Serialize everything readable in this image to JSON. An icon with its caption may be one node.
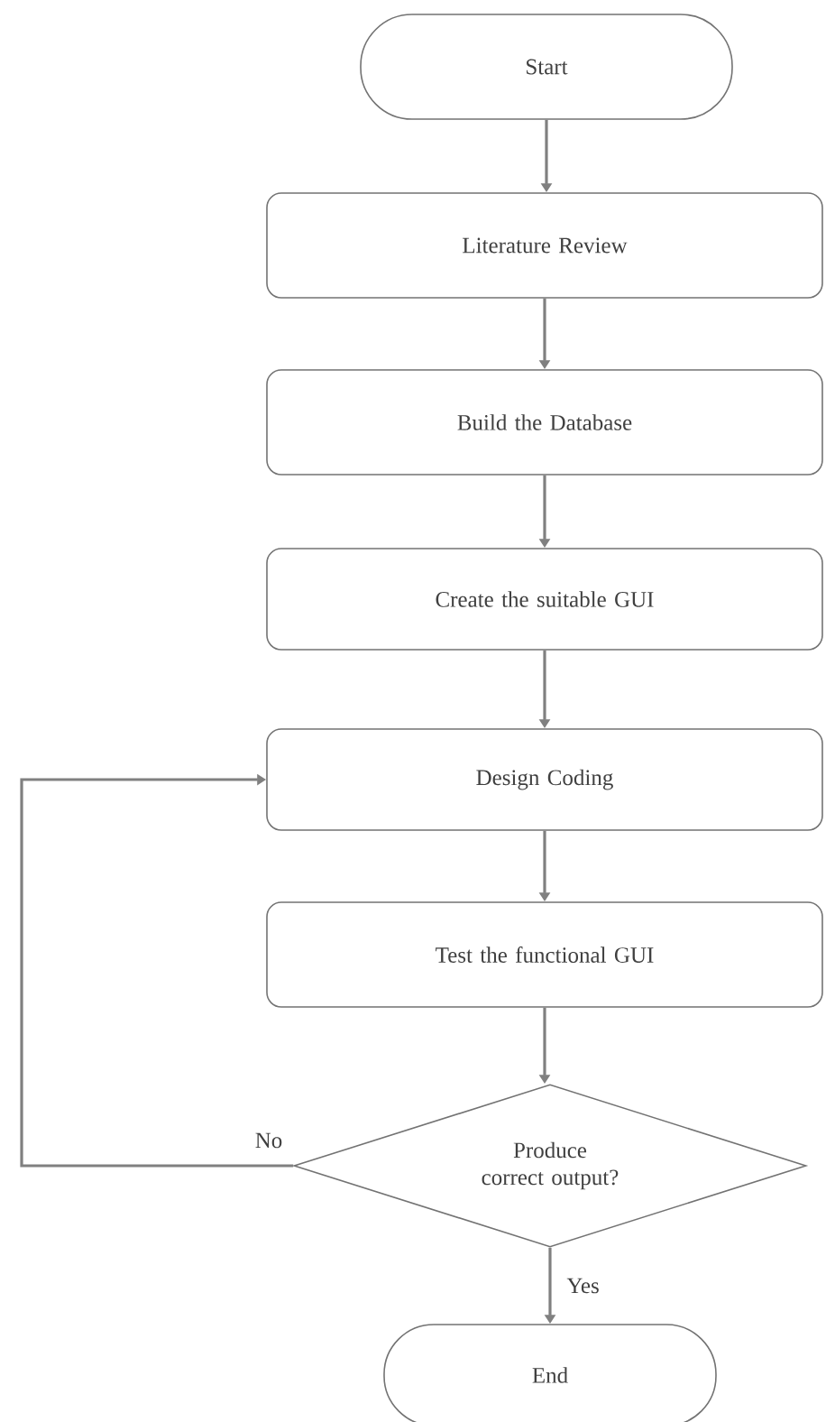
{
  "diagram": {
    "nodes": [
      {
        "text": [
          "Start"
        ]
      },
      {
        "text": [
          "Literature Review"
        ]
      },
      {
        "text": [
          "Build the Database"
        ]
      },
      {
        "text": [
          "Create the suitable GUI"
        ]
      },
      {
        "text": [
          "Design Coding"
        ]
      },
      {
        "text": [
          "Test the functional GUI"
        ]
      },
      {
        "text": [
          "Produce correct output?"
        ]
      },
      {
        "text": [
          "End"
        ]
      }
    ],
    "edges": [
      {
        "from": 0,
        "to": 1,
        "arrow": "to"
      },
      {
        "from": 1,
        "to": 2,
        "arrow": "to"
      },
      {
        "from": 2,
        "to": 3,
        "arrow": "to"
      },
      {
        "from": 3,
        "to": 4,
        "arrow": "to"
      },
      {
        "from": 4,
        "to": 5,
        "arrow": "to"
      },
      {
        "from": 5,
        "to": 6,
        "arrow": "to"
      },
      {
        "from": 6,
        "to": 4,
        "arrow": "to",
        "label": "No"
      },
      {
        "from": 6,
        "to": 7,
        "arrow": "to",
        "label": "Yes"
      }
    ]
  }
}
